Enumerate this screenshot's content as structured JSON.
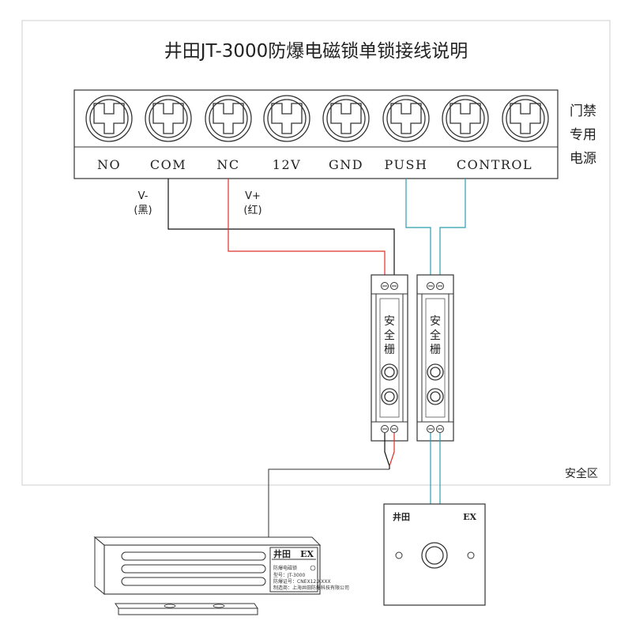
{
  "title": "井田JT-3000防爆电磁锁单锁接线说明",
  "terminal_block": {
    "labels": [
      "NO",
      "COM",
      "NC",
      "12V",
      "GND",
      "PUSH",
      "CONTROL"
    ],
    "side_label_lines": [
      "门禁",
      "专用",
      "电源"
    ]
  },
  "wire_labels": {
    "v_minus": "V-",
    "v_minus_color": "(黑)",
    "v_plus": "V+",
    "v_plus_color": "(红)"
  },
  "barriers": [
    {
      "label": "安全栅"
    },
    {
      "label": "安全栅"
    }
  ],
  "safe_zone_label": "安全区",
  "maglock": {
    "brand": "井田",
    "ex_mark": "EX",
    "product_name": "防爆电磁锁",
    "model_line": "型号：JT-3000",
    "cert_line": "防爆证号：CNEX12.XXXX",
    "maker_line": "制造商：上海井田防爆科技有限公司"
  },
  "exit_button": {
    "brand": "井田",
    "ex_mark": "EX"
  },
  "colors": {
    "wire_black": "#111111",
    "wire_red": "#e0302a",
    "wire_cyan": "#2a9fb0",
    "outline": "#333333"
  }
}
